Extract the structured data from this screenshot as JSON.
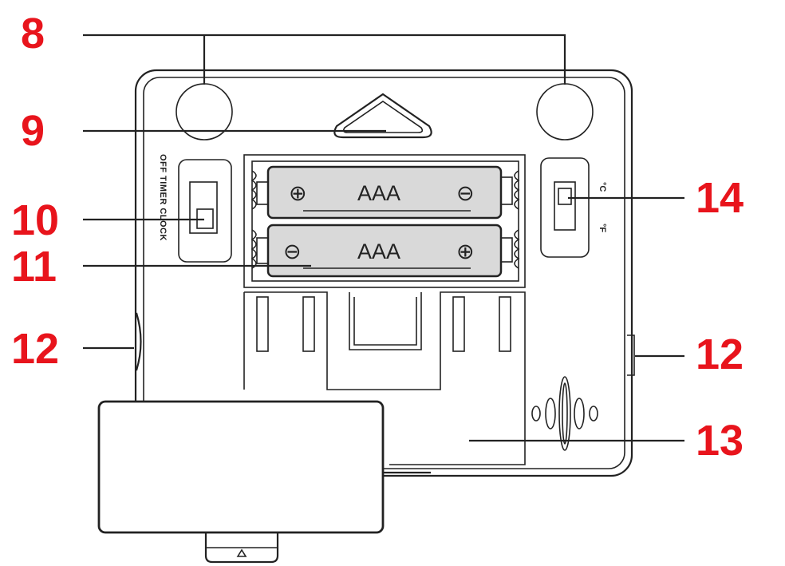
{
  "callouts": {
    "c8": "8",
    "c9": "9",
    "c10": "10",
    "c11": "11",
    "c12_left": "12",
    "c12_right": "12",
    "c13": "13",
    "c14": "14"
  },
  "switches": {
    "mode_label": "OFF TIMER CLOCK",
    "unit_c": "°C",
    "unit_f": "°F"
  },
  "batteries": [
    {
      "label": "AAA",
      "left_terminal": "⊕",
      "right_terminal": "⊖"
    },
    {
      "label": "AAA",
      "left_terminal": "⊖",
      "right_terminal": "⊕"
    }
  ],
  "colors": {
    "callout": "#e8141c",
    "outline": "#222222",
    "battery_fill": "#d9d9d9"
  }
}
